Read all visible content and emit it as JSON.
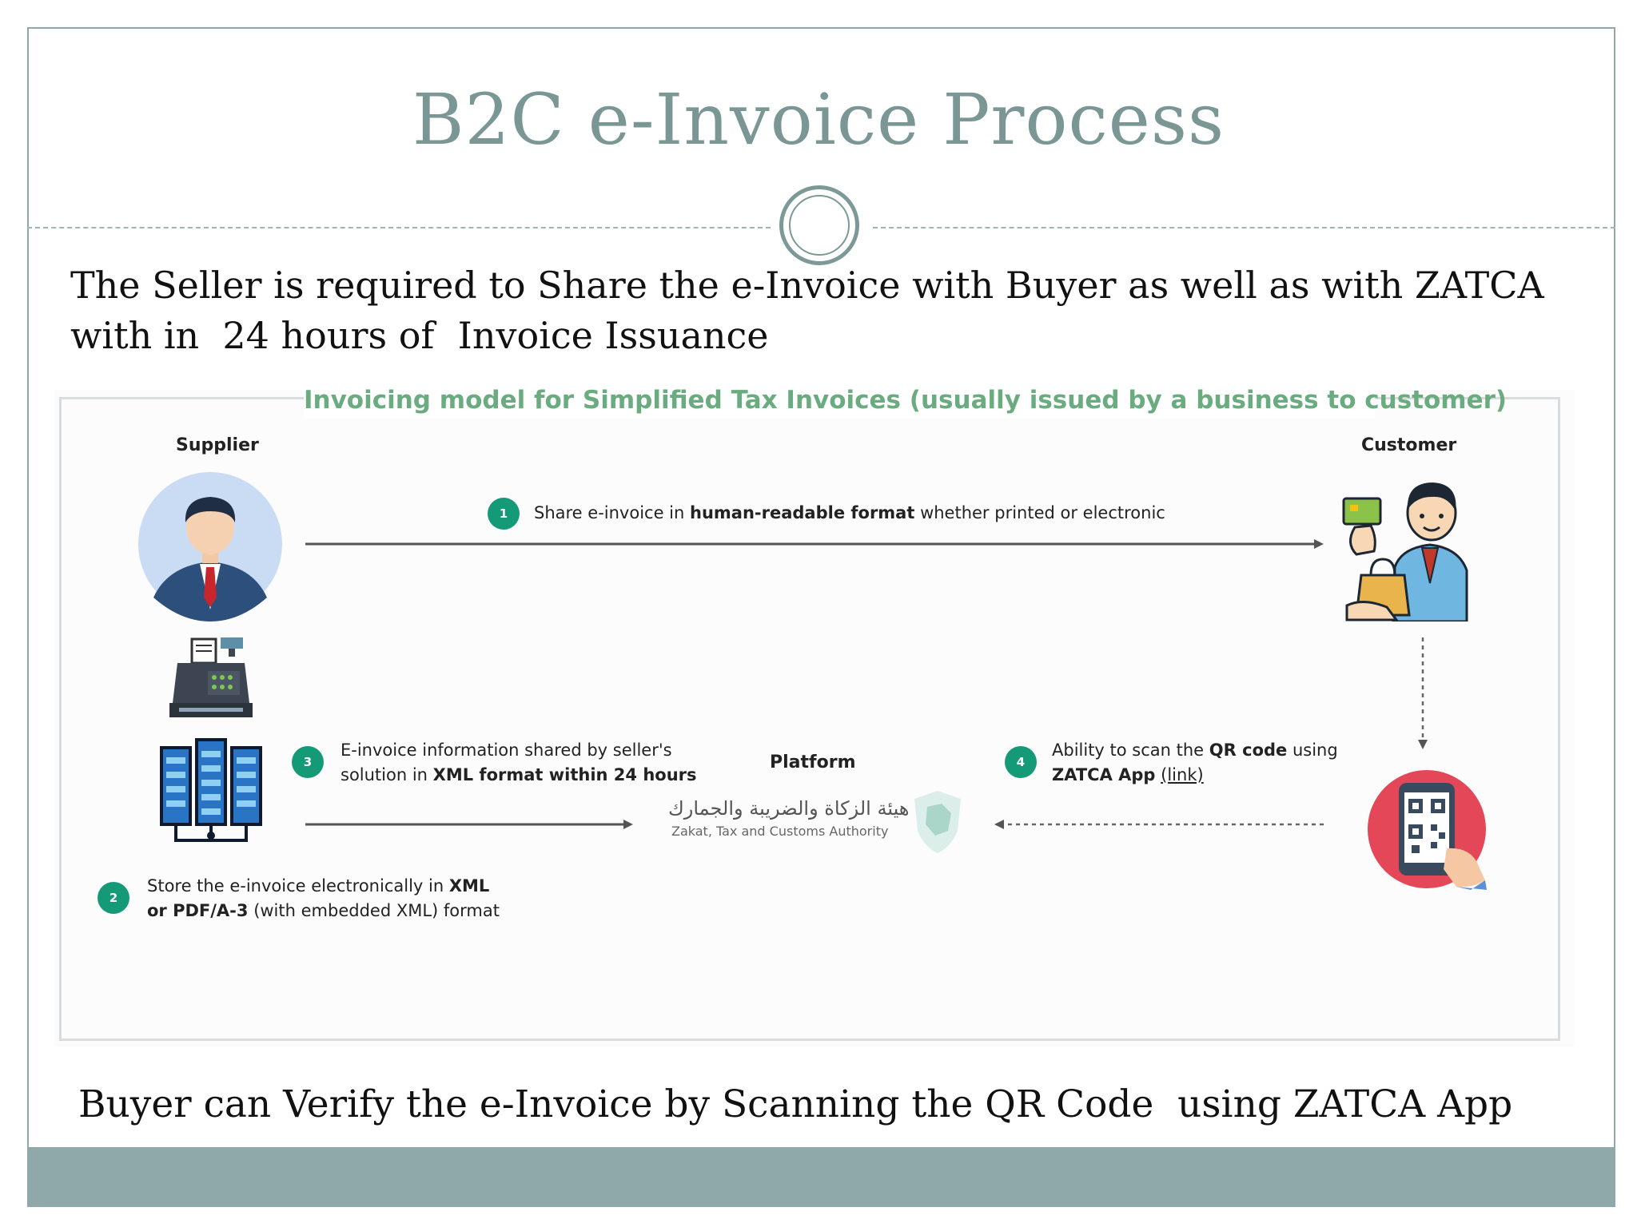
{
  "slide": {
    "title": "B2C e-Invoice Process",
    "intro_line_1": "The Seller is required to Share the e-Invoice with Buyer as well as with ZATCA",
    "intro_line_2": "with in  24 hours of  Invoice Issuance",
    "closing": "Buyer can Verify the e-Invoice by Scanning the QR Code  using ZATCA App"
  },
  "diagram": {
    "heading": "Invoicing model for Simplified Tax Invoices (usually issued by a business to customer)",
    "supplier_label": "Supplier",
    "customer_label": "Customer",
    "platform_label": "Platform",
    "authority_arabic": "هيئة الزكاة والضريبة والجمارك",
    "authority_english": "Zakat, Tax and Customs Authority",
    "steps": [
      {
        "number": "1",
        "pre": "Share e-invoice in ",
        "bold": "human-readable format",
        "post": " whether printed or electronic"
      },
      {
        "number": "2",
        "line1_pre": "Store the e-invoice electronically in ",
        "line1_bold": "XML",
        "line2_bold": "or PDF/A-3",
        "line2_post": " (with embedded XML) format"
      },
      {
        "number": "3",
        "line1": "E-invoice information shared by seller's",
        "line2_pre": "solution in ",
        "line2_bold": "XML format within 24 hours"
      },
      {
        "number": "4",
        "line1_pre": "Ability to scan the ",
        "line1_bold": "QR code",
        "line1_post": " using",
        "line2_bold": "ZATCA App",
        "line2_link": "(link)"
      }
    ]
  },
  "colors": {
    "theme": "#8fa9aa",
    "title": "#7a9796",
    "heading_green": "#6aac7f",
    "badge_green": "#159a78"
  }
}
